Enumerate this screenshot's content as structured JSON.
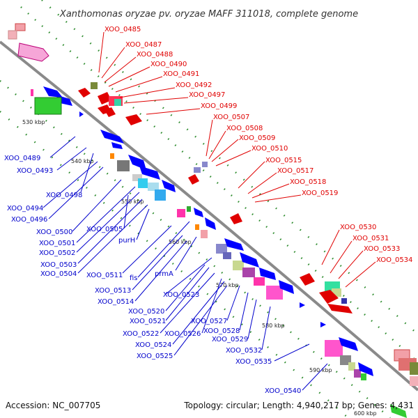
{
  "title": "Xanthomonas oryzae pv. oryzae MAFF 311018, complete genome",
  "footer": {
    "accession": "Accession: NC_007705",
    "summary": "Topology: circular; Length: 4,940,217 bp; Genes: 4,431"
  },
  "kbp_labels": [
    "530 kbp",
    "540 kbp",
    "550 kbp",
    "560 kbp",
    "570 kbp",
    "580 kbp",
    "590 kbp",
    "600 kbp"
  ],
  "upper_gene_labels": [
    "XOO_0485",
    "XOO_0487",
    "XOO_0488",
    "XOO_0490",
    "XOO_0491",
    "XOO_0492",
    "XOO_0497",
    "XOO_0499",
    "XOO_0507",
    "XOO_0508",
    "XOO_0509",
    "XOO_0510",
    "XOO_0515",
    "XOO_0517",
    "XOO_0518",
    "XOO_0519",
    "XOO_0530",
    "XOO_0531",
    "XOO_0533",
    "XOO_0534"
  ],
  "lower_gene_labels": [
    "XOO_0489",
    "XOO_0493",
    "XOO_0498",
    "XOO_0494",
    "XOO_0496",
    "XOO_0500",
    "XOO_0505",
    "XOO_0501",
    "XOO_0502",
    "purH",
    "XOO_0503",
    "XOO_0504",
    "XOO_0511",
    "fis",
    "prmA",
    "XOO_0513",
    "XOO_0514",
    "XOO_0523",
    "XOO_0520",
    "XOO_0521",
    "XOO_0522",
    "XOO_0526",
    "XOO_0527",
    "XOO_0528",
    "XOO_0524",
    "XOO_0529",
    "XOO_0525",
    "XOO_0532",
    "XOO_0535",
    "XOO_0540"
  ],
  "colors": {
    "backbone": "#8a8a8a",
    "label_upper": "#e00000",
    "label_lower": "#0000cc",
    "tick_green": "#2a8a2a"
  }
}
